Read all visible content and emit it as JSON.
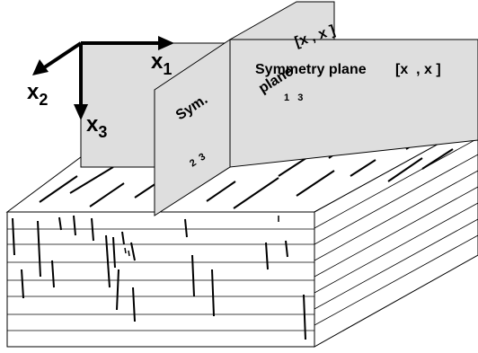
{
  "axes": {
    "x1": {
      "base": "x",
      "sub": "1"
    },
    "x2": {
      "base": "x",
      "sub": "2"
    },
    "x3": {
      "base": "x",
      "sub": "3"
    }
  },
  "planes": {
    "back_plane": {
      "label": "plane",
      "bracket": "[x , x ]"
    },
    "symmetry_plane": {
      "label": "Symmetry plane",
      "indices": "1   3",
      "bracket": "[x  , x ]"
    },
    "sym_plane": {
      "label": "Sym.",
      "indices": "2  3"
    }
  },
  "block": {
    "description_colors": {
      "fill": "#ffffff",
      "stroke": "#000000",
      "plane_fill": "#dedede"
    }
  }
}
